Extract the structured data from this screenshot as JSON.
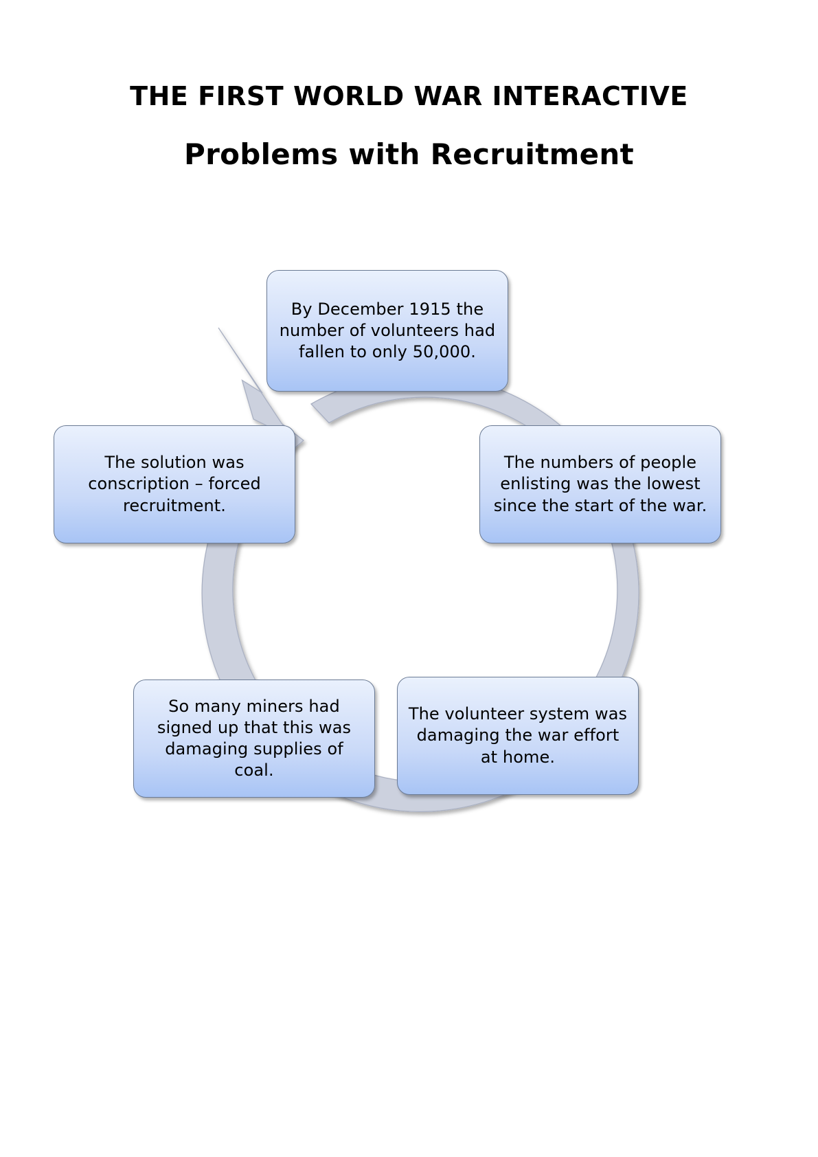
{
  "page": {
    "title_main": "THE FIRST WORLD WAR INTERACTIVE",
    "title_sub": "Problems with Recruitment",
    "background_color": "#ffffff"
  },
  "colors": {
    "box_fill_top": "#eaf1fd",
    "box_fill_bottom": "#a8c4f5",
    "box_border": "#6a7a94",
    "ring_fill": "#ccd1de",
    "ring_border": "#a9b0c2",
    "text": "#000000"
  },
  "diagram": {
    "type": "cycle",
    "direction": "clockwise",
    "arrowhead_position": "top-left",
    "nodes": [
      {
        "id": "top",
        "order": 1,
        "text": "By December 1915 the\nnumber of volunteers had\nfallen to only 50,000."
      },
      {
        "id": "right",
        "order": 2,
        "text": "The numbers of people\nenlisting was the lowest\nsince the start of the war."
      },
      {
        "id": "bottom-right",
        "order": 3,
        "text": "The volunteer system was\ndamaging the war effort\nat home."
      },
      {
        "id": "bottom-left",
        "order": 4,
        "text": "So many miners had\nsigned up that this was\ndamaging supplies of\ncoal."
      },
      {
        "id": "left",
        "order": 5,
        "text": "The solution was\nconscription – forced\nrecruitment."
      }
    ]
  }
}
